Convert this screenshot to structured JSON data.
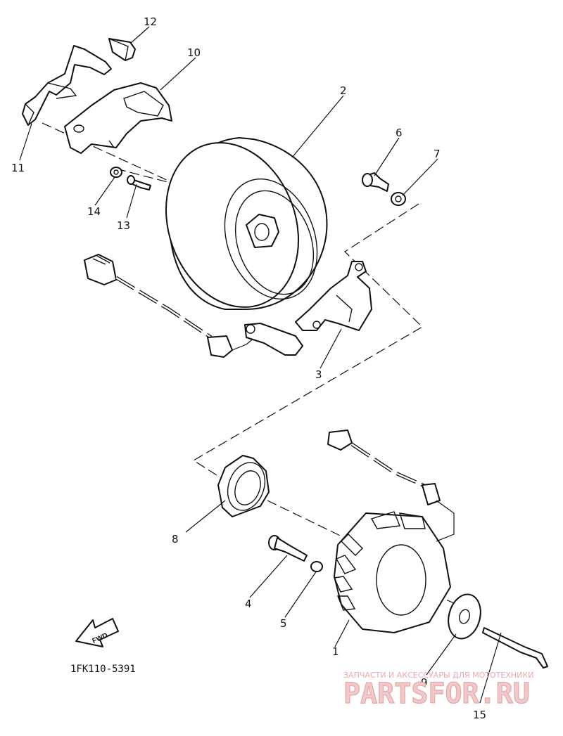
{
  "diagram": {
    "drawing_code": "1FK110-5391",
    "direction_badge": "FWD",
    "watermark": {
      "tagline": "ЗАПЧАСТИ И АКСЕССУАРЫ ДЛЯ МОТОТЕХНИКИ",
      "brand": "PARTSFOR.RU",
      "color": "#e38d8d"
    },
    "callouts": [
      "1",
      "2",
      "3",
      "4",
      "5",
      "6",
      "7",
      "8",
      "9",
      "10",
      "11",
      "12",
      "13",
      "14",
      "15"
    ],
    "icons": {
      "flywheel": "flywheel-rotor-icon",
      "stator": "stator-coil-icon",
      "pickup": "pickup-coil-icon",
      "direction": "forward-arrow-icon"
    }
  }
}
